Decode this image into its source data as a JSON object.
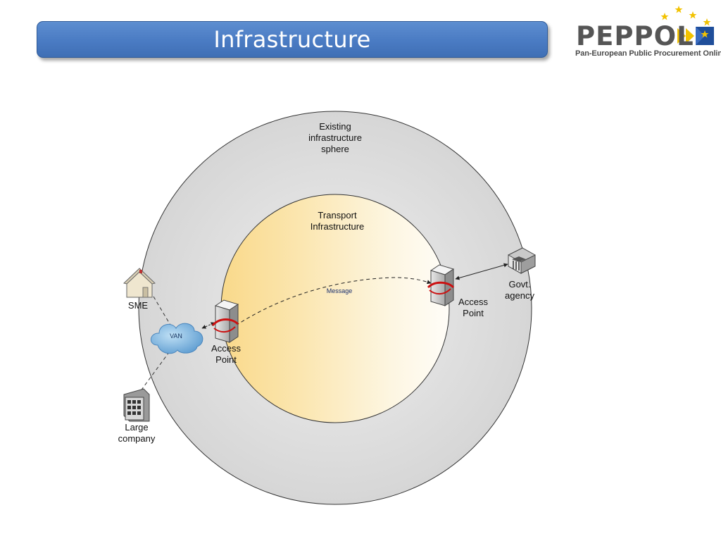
{
  "slide": {
    "title": "Infrastructure"
  },
  "logo": {
    "wordmark": "PEPPOL",
    "tagline": "Pan-European Public Procurement Online"
  },
  "diagram": {
    "outer_sphere_label": "Existing\ninfrastructure\nsphere",
    "inner_sphere_label": "Transport\nInfrastructure",
    "message_label": "Message",
    "van_label": "VAN",
    "sme_label": "SME",
    "large_company_label": "Large\ncompany",
    "access_point_left_label": "Access\nPoint",
    "access_point_right_label": "Access\nPoint",
    "govt_agency_label": "Govt.\nagency"
  },
  "colors": {
    "title_bar": "#4a7bc3",
    "inner_sphere": "#fbe3a0",
    "arrow_red": "#cc1111"
  }
}
